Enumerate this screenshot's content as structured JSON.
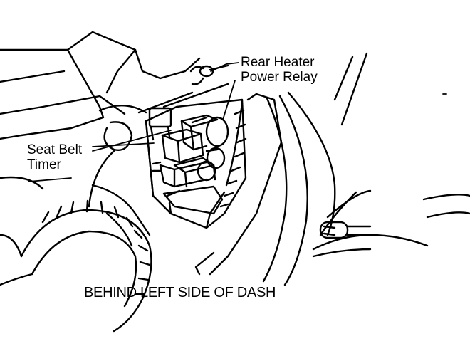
{
  "diagram": {
    "labels": {
      "rear_heater_relay": [
        "Rear Heater",
        "Power Relay"
      ],
      "seat_belt_timer": [
        "Seat Belt",
        "Timer"
      ]
    },
    "caption": "BEHIND LEFT SIDE OF DASH",
    "colors": {
      "ink": "#000000",
      "paper": "#ffffff"
    }
  }
}
